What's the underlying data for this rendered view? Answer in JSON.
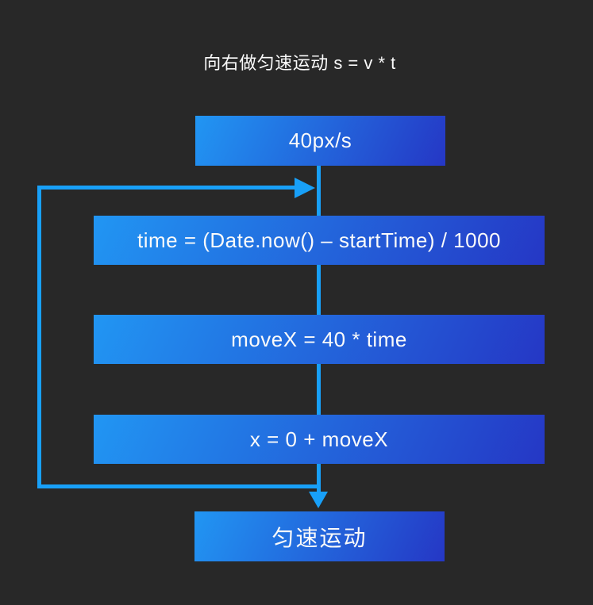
{
  "title": "向右做匀速运动 s = v * t",
  "flowchart": {
    "nodes": [
      {
        "id": "speed",
        "label": "40px/s"
      },
      {
        "id": "time-formula",
        "label": "time = (Date.now() – startTime) / 1000"
      },
      {
        "id": "movex-formula",
        "label": "moveX = 40 * time"
      },
      {
        "id": "x-formula",
        "label": "x = 0 + moveX"
      },
      {
        "id": "result",
        "label": "匀速运动"
      }
    ],
    "connectors": {
      "loop": "from bottom junction back up left side into main line with right arrowhead",
      "main": "vertical line from speed node down into result node with down arrowhead"
    },
    "colors": {
      "background": "#282828",
      "node_gradient_start": "#2196f3",
      "node_gradient_end": "#2537c5",
      "connector": "#18a0f8",
      "text": "#fafafa"
    }
  }
}
